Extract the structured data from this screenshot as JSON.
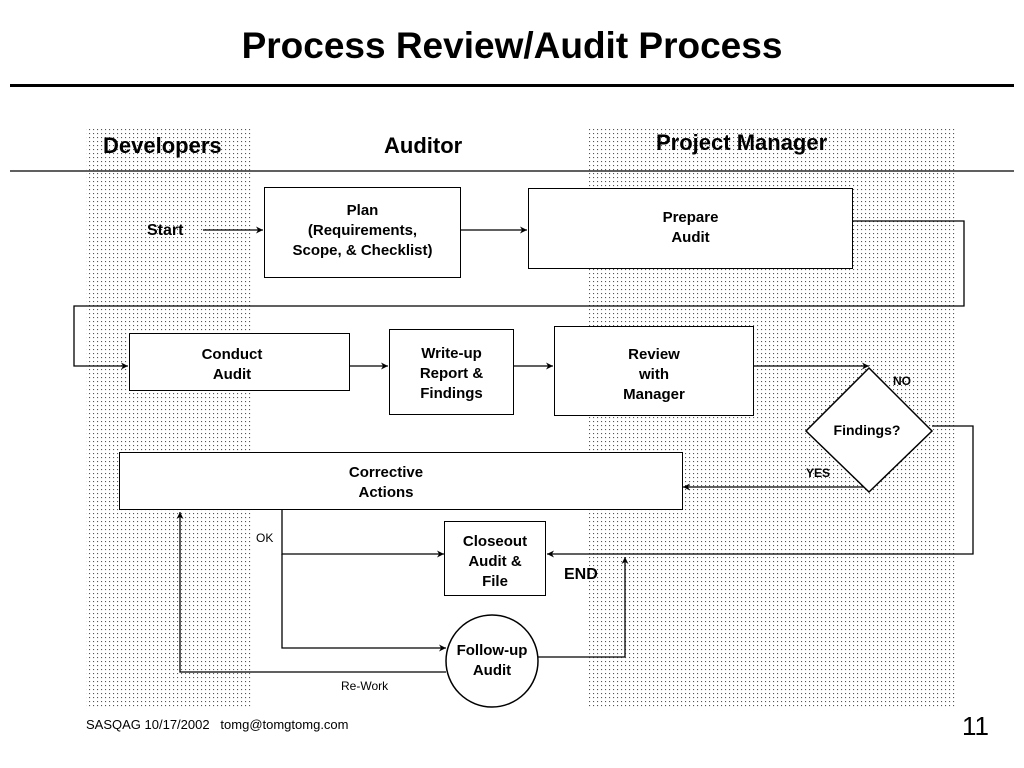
{
  "title": "Process Review/Audit Process",
  "lanes": {
    "developers": "Developers",
    "auditor": "Auditor",
    "project_manager": "Project Manager"
  },
  "nodes": {
    "start": "Start",
    "plan": "Plan\n(Requirements,\nScope, & Checklist)",
    "prepare": "Prepare\nAudit",
    "conduct": "Conduct\nAudit",
    "writeup": "Write-up\nReport &\nFindings",
    "review": "Review\nwith\nManager",
    "findings": "Findings?",
    "corrective": "Corrective\nActions",
    "closeout": "Closeout\nAudit &\nFile",
    "followup": "Follow-up\nAudit",
    "end": "END"
  },
  "edge_labels": {
    "no": "NO",
    "yes": "YES",
    "ok": "OK",
    "rework": "Re-Work"
  },
  "footer": {
    "source": "SASQAG 10/17/2002   tomg@tomgtomg.com",
    "page": "11"
  }
}
